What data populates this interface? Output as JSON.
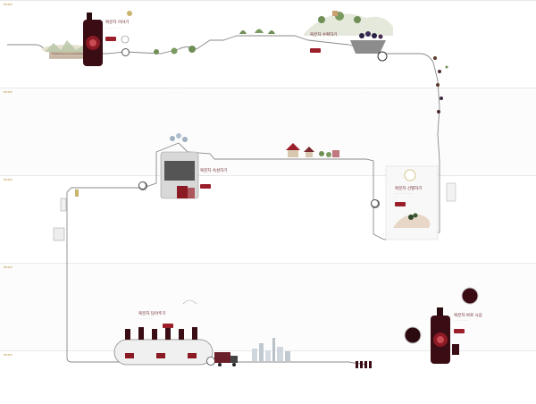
{
  "bands": [
    {
      "logo": "bezel",
      "dots": "· · · · ·"
    },
    {
      "logo": "bezel",
      "dots": "· · · · ·"
    },
    {
      "logo": "bezel",
      "dots": "· · · · ·"
    },
    {
      "logo": "bezel",
      "dots": "· · · · ·"
    },
    {
      "logo": "bezel",
      "dots": "· · · · ·"
    }
  ],
  "sections": {
    "intro": {
      "title": "복분자 이야기",
      "body": "··· ···· ······ ····"
    },
    "harvest": {
      "title": "복분자 수확하기",
      "body": "····· ···· ······· ·····"
    },
    "select": {
      "title": "복분자 선별하기",
      "body": "···· ····· ··· ·····"
    },
    "brew": {
      "title": "복분자 숙성하기",
      "body": "······ ···· ·····"
    },
    "bottle": {
      "title": "복분자 담아주기",
      "body": "···· ······ ····"
    },
    "finish": {
      "title": "복분자 바로 시음",
      "body": "····· ···· ······"
    }
  },
  "colors": {
    "accent": "#9b1f2b",
    "bottle": "#3a0c14",
    "path": "#7a7a7a",
    "green": "#6f8f57"
  }
}
